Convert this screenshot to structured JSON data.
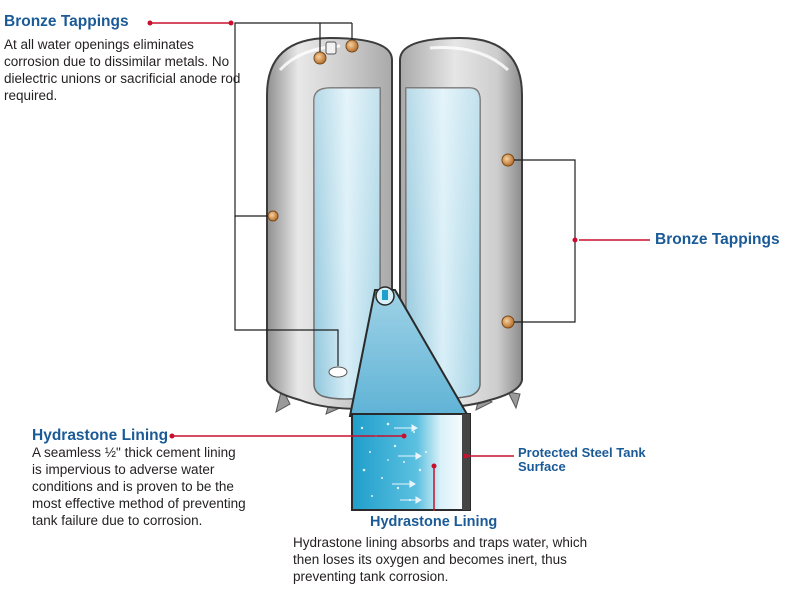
{
  "callouts": {
    "bronze_tappings_left": {
      "title": "Bronze Tappings",
      "description": "At all water openings eliminates corrosion due to dissimilar metals. No dielectric unions or sacrificial anode rod required."
    },
    "bronze_tappings_right": {
      "title": "Bronze Tappings"
    },
    "hydrastone_lining_left": {
      "title": "Hydrastone Lining",
      "description": "A seamless ½\" thick cement lining is impervious to adverse water conditions and is proven to be the most effective method of preventing tank failure due to corrosion."
    },
    "protected_steel": {
      "title": "Protected Steel Tank Surface"
    },
    "hydrastone_lining_bottom": {
      "title": "Hydrastone Lining",
      "description": "Hydrastone lining absorbs and traps water, which then loses its oxygen and becomes inert, thus preventing tank corrosion."
    }
  },
  "colors": {
    "heading_blue": "#1a5a96",
    "callout_red": "#c8102e",
    "water_blue": "#bfe1ef",
    "lining_cyan": "#2aa6cf",
    "bronze": "#d8944a",
    "steel_gray": "#cfcfcf"
  }
}
